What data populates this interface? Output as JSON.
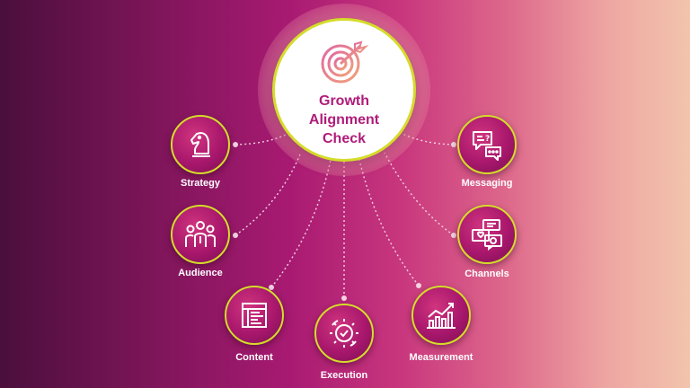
{
  "hub": {
    "title": "Growth Alignment Check",
    "icon": "target-arrow-icon"
  },
  "nodes": [
    {
      "id": "strategy",
      "label": "Strategy",
      "icon": "chess-knight-icon"
    },
    {
      "id": "audience",
      "label": "Audience",
      "icon": "people-group-icon"
    },
    {
      "id": "content",
      "label": "Content",
      "icon": "content-layout-icon"
    },
    {
      "id": "execution",
      "label": "Execution",
      "icon": "gear-check-icon"
    },
    {
      "id": "measurement",
      "label": "Measurement",
      "icon": "growth-chart-icon"
    },
    {
      "id": "channels",
      "label": "Channels",
      "icon": "chat-channels-icon"
    },
    {
      "id": "messaging",
      "label": "Messaging",
      "icon": "message-bubbles-icon"
    }
  ],
  "colors": {
    "accent_ring": "#d4dc2a",
    "hub_text": "#b01c7a",
    "node_fill": "#a8176c",
    "connector": "#f3d2e2"
  }
}
